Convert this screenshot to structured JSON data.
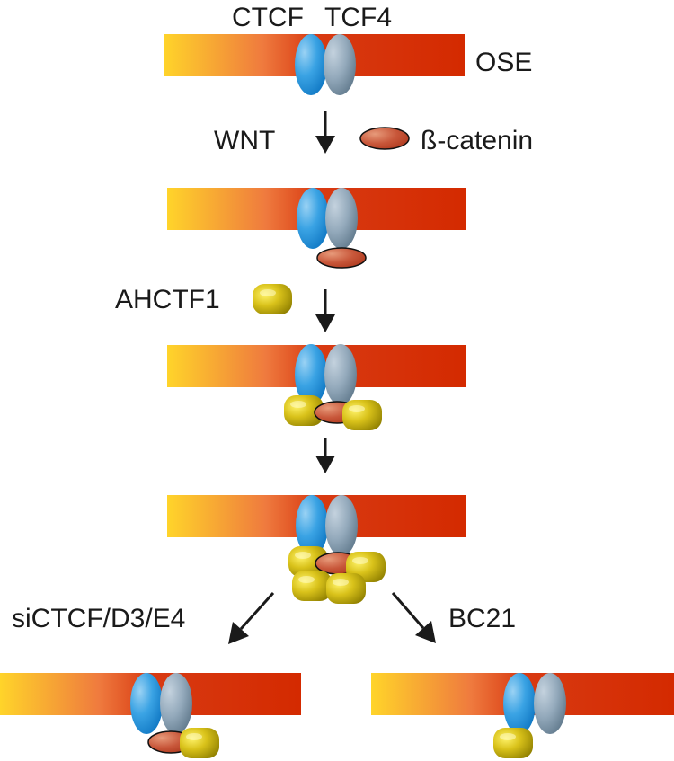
{
  "labels": {
    "ctcf": "CTCF",
    "tcf4": "TCF4",
    "ose": "OSE",
    "wnt": "WNT",
    "beta_catenin": "ß-catenin",
    "ahctf1": "AHCTF1",
    "sictcf": "siCTCF/D3/E4",
    "bc21": "BC21"
  },
  "colors": {
    "dna_start": "#ffd42a",
    "dna_mid": "#ef7a3e",
    "dna_end": "#d42a00",
    "ctcf": "#1b8fd8",
    "tcf4": "#7f98ac",
    "beta_catenin": "#c04a2e",
    "ahctf1": "#bcaa0a",
    "arrow": "#1a1a1a"
  },
  "icons": {
    "ctcf": "blue-ellipse",
    "tcf4": "grey-ellipse",
    "beta_catenin": "red-ellipse",
    "ahctf1": "yellow-rounded-cube",
    "arrow": "arrow"
  }
}
